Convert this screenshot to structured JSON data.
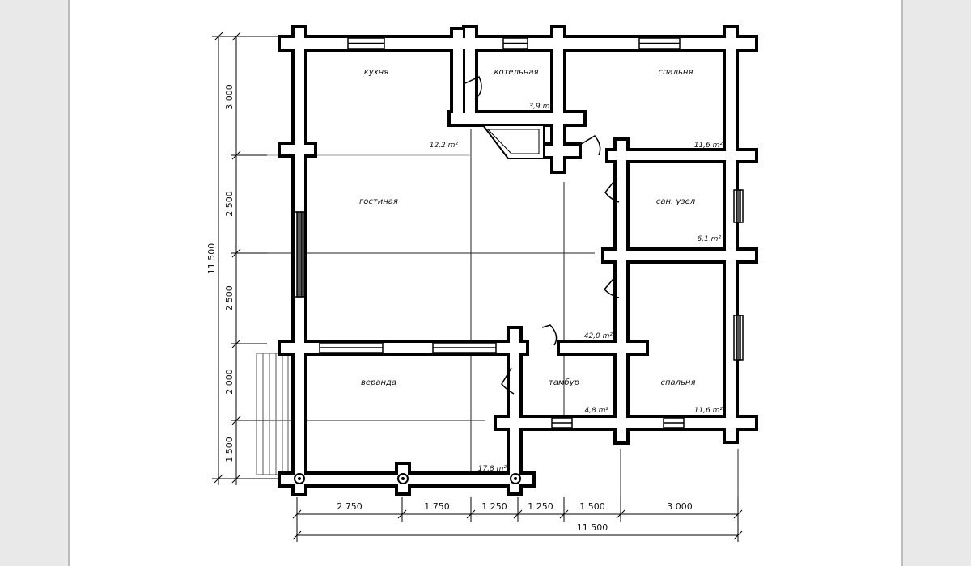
{
  "plan": {
    "rooms": [
      {
        "name": "кухня"
      },
      {
        "name": "котельная"
      },
      {
        "name": "спальня"
      },
      {
        "name": "гостиная"
      },
      {
        "name": "сан. узел"
      },
      {
        "name": "веранда"
      },
      {
        "name": "тамбур"
      },
      {
        "name": "спальня"
      }
    ],
    "areas": [
      "3,9 m²",
      "12,2 m²",
      "11,6 m²",
      "6,1 m²",
      "42,0 m²",
      "4,8 m²",
      "11,6 m²",
      "17,8 m²"
    ],
    "dims_left": [
      "3 000",
      "2 500",
      "2 500",
      "2 000",
      "1 500"
    ],
    "dim_left_total": "11 500",
    "dims_bottom": [
      "2 750",
      "1 750",
      "1 250",
      "1 250",
      "1 500",
      "3 000"
    ],
    "dim_bottom_total": "11 500"
  }
}
